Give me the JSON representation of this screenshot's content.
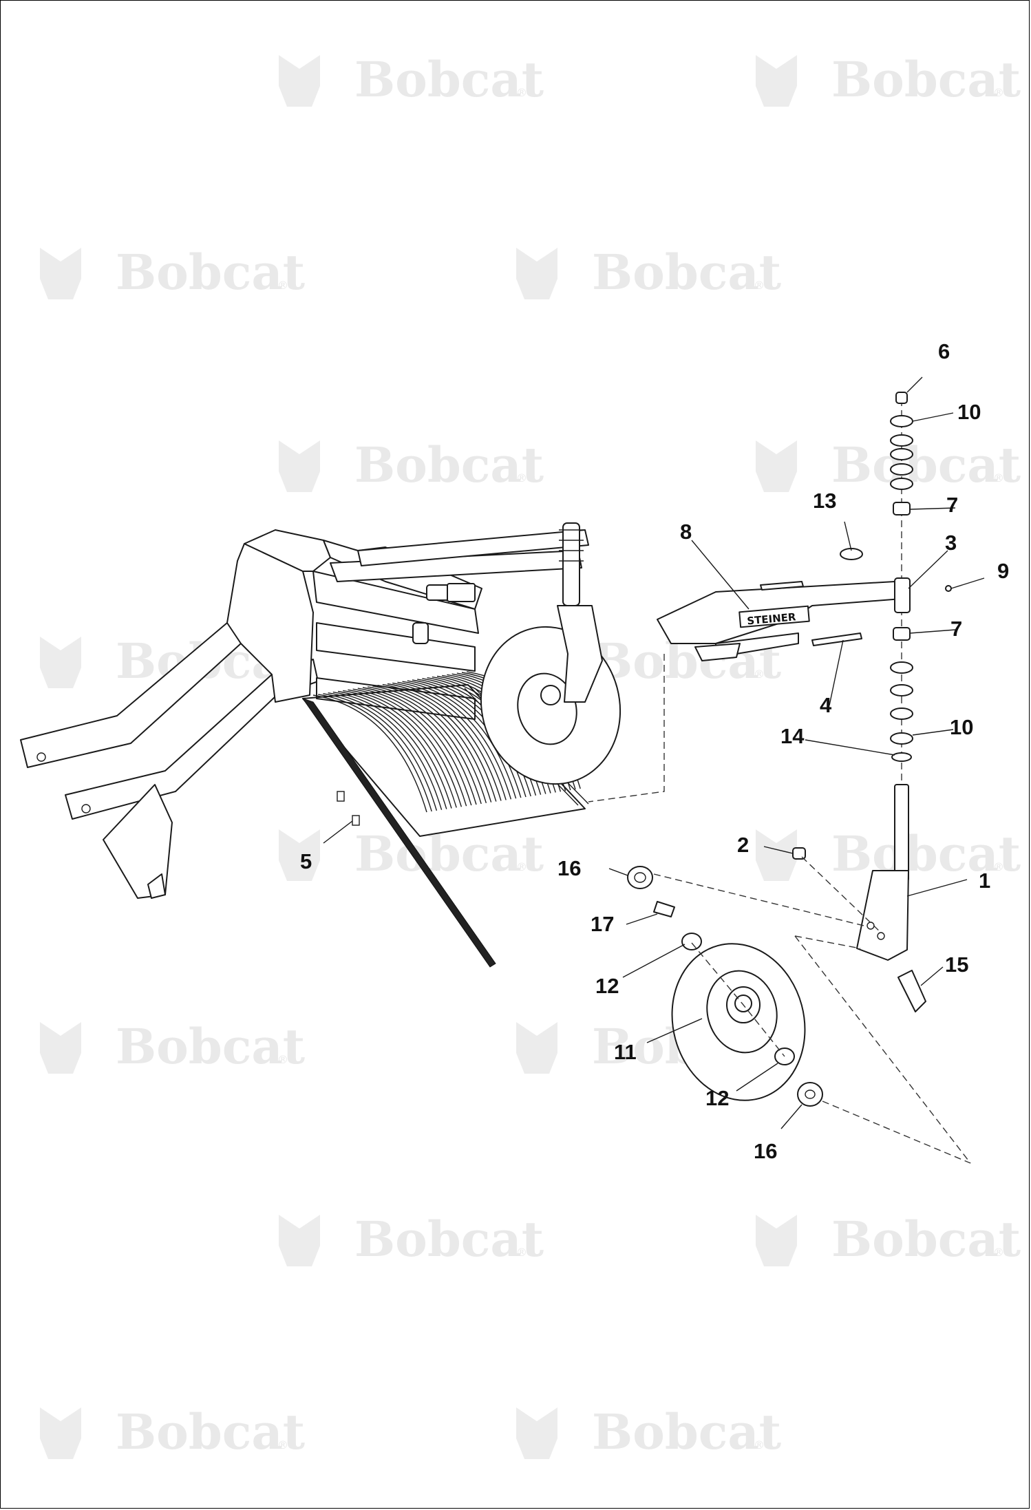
{
  "watermark": {
    "text": "Bobcat",
    "mark": "®"
  },
  "callouts": [
    {
      "id": "6",
      "label": "6"
    },
    {
      "id": "10a",
      "label": "10"
    },
    {
      "id": "13",
      "label": "13"
    },
    {
      "id": "7a",
      "label": "7"
    },
    {
      "id": "8",
      "label": "8"
    },
    {
      "id": "3",
      "label": "3"
    },
    {
      "id": "9",
      "label": "9"
    },
    {
      "id": "7b",
      "label": "7"
    },
    {
      "id": "4",
      "label": "4"
    },
    {
      "id": "14",
      "label": "14"
    },
    {
      "id": "10b",
      "label": "10"
    },
    {
      "id": "5",
      "label": "5"
    },
    {
      "id": "2",
      "label": "2"
    },
    {
      "id": "16a",
      "label": "16"
    },
    {
      "id": "1",
      "label": "1"
    },
    {
      "id": "17",
      "label": "17"
    },
    {
      "id": "15",
      "label": "15"
    },
    {
      "id": "12a",
      "label": "12"
    },
    {
      "id": "11",
      "label": "11"
    },
    {
      "id": "12b",
      "label": "12"
    },
    {
      "id": "16b",
      "label": "16"
    }
  ],
  "brand_plate": "STEINER",
  "colors": {
    "line": "#1a1a1a",
    "watermark": "#e9e9e9",
    "background": "#ffffff"
  }
}
